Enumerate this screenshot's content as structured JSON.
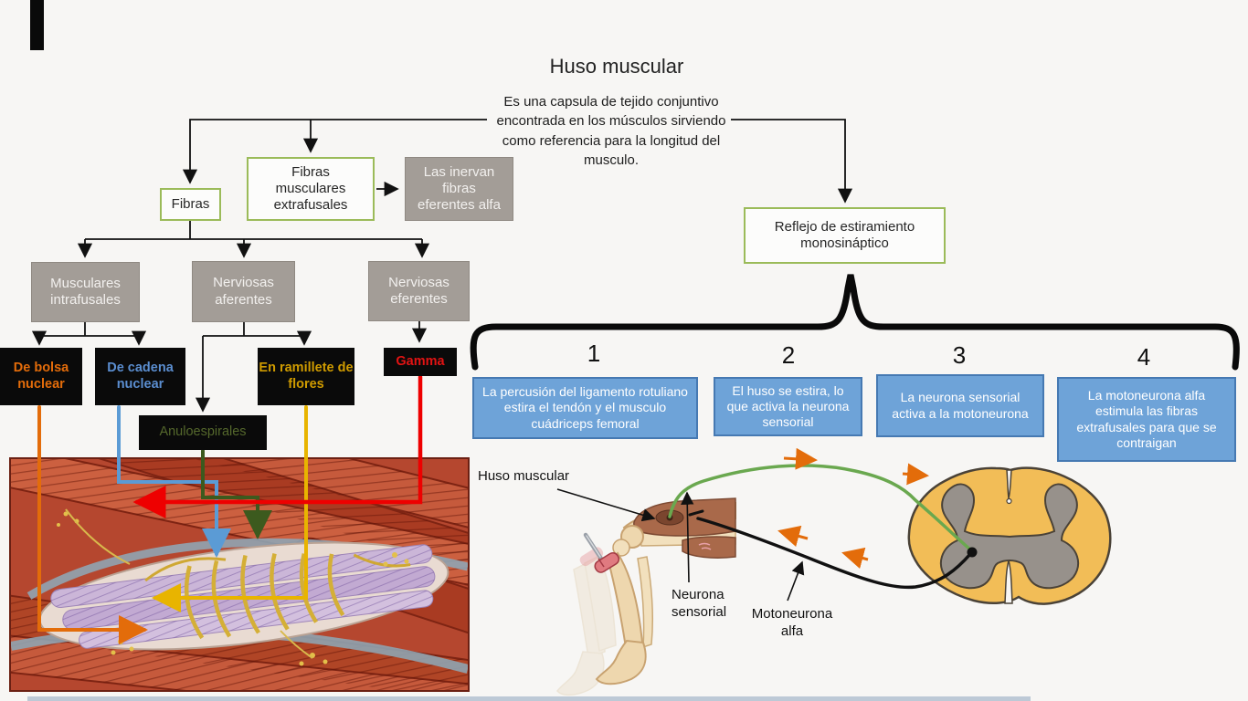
{
  "title": "Huso muscular",
  "description": "Es una capsula de tejido conjuntivo encontrada en los músculos sirviendo como referencia para la longitud del musculo.",
  "nodes": {
    "fibras": "Fibras",
    "fibras_musculares_extrafusales": "Fibras musculares extrafusales",
    "las_inervan": "Las inervan fibras eferentes alfa",
    "musculares_intrafusales": "Musculares intrafusales",
    "nerviosas_aferentes": "Nerviosas aferentes",
    "nerviosas_eferentes": "Nerviosas eferentes",
    "de_bolsa_nuclear": "De bolsa nuclear",
    "de_cadena_nuclear": "De cadena nuclear",
    "en_ramillete_de_flores": "En ramillete de flores",
    "gamma": "Gamma",
    "anuloespirales": "Anuloespirales"
  },
  "reflex": {
    "title": "Reflejo de estiramiento monosináptico",
    "steps": [
      {
        "number": "1",
        "text": "La percusión del ligamento rotuliano estira el tendón y el musculo cuádriceps femoral"
      },
      {
        "number": "2",
        "text": "El huso se estira, lo que activa la neurona sensorial"
      },
      {
        "number": "3",
        "text": "La neurona sensorial activa a la motoneurona"
      },
      {
        "number": "4",
        "text": "La motoneurona alfa estimula las fibras extrafusales para que se contraigan"
      }
    ]
  },
  "illustration": {
    "huso_muscular_label": "Huso muscular",
    "neurona_sensorial_label": "Neurona sensorial",
    "motoneurona_alfa_label": "Motoneurona alfa"
  },
  "colors": {
    "green_border": "#9bbb59",
    "gray_box": "#a39d97",
    "blue_box": "#6ea3d8",
    "blue_box_border": "#4679b2",
    "bolsa_text": "#e36c0a",
    "cadena_text": "#5b8ed0",
    "ramillete_text": "#cf9b00",
    "gamma_text": "#e21313",
    "anuloespirales_text": "#55682c",
    "line_orange": "#e36c0a",
    "line_blue": "#5b9bd5",
    "line_dark_green": "#3c5a1e",
    "line_yellow": "#e8b400",
    "line_red": "#ee0000",
    "sensory_nerve_green": "#6aa84f",
    "motor_nerve_black": "#111111",
    "spinal_cord_yellow": "#f2bd57",
    "spinal_gray_matter": "#97918b"
  }
}
